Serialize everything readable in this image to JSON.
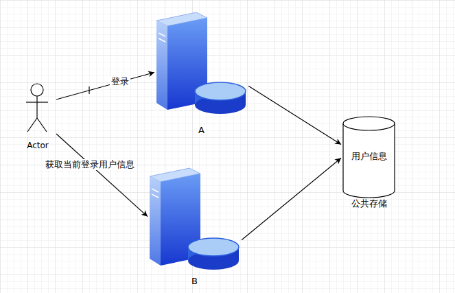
{
  "diagram": {
    "nodes": [
      {
        "text": [
          "Actor"
        ]
      },
      {
        "text": [
          "A"
        ]
      },
      {
        "text": [
          "B"
        ]
      },
      {
        "text": [
          "用户信息",
          "公共存储"
        ]
      }
    ],
    "edges": [
      {
        "from": 0,
        "to": 1,
        "label": "登录",
        "arrow": "to"
      },
      {
        "from": 0,
        "to": 2,
        "label": "获取当前登录用户信息",
        "arrow": "to"
      },
      {
        "from": 1,
        "to": 3,
        "arrow": "to"
      },
      {
        "from": 2,
        "to": 3,
        "arrow": "to"
      }
    ]
  }
}
